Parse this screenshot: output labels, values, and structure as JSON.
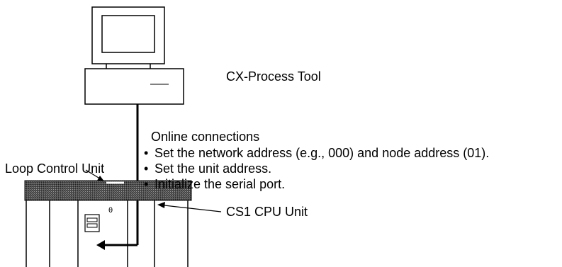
{
  "labels": {
    "pc": "CX-Process Tool",
    "online_title": "Online connections",
    "online_items": [
      "Set the network address (e.g., 000) and node address (01).",
      "Set the unit address.",
      "Initialize the serial port."
    ],
    "loop_control_unit": "Loop Control Unit",
    "cpu_unit": "CS1 CPU Unit",
    "bullet": "•",
    "rack_digit": "θ"
  },
  "colors": {
    "line": "#000000",
    "rack_top": "#3a3a3a",
    "background": "#ffffff"
  }
}
